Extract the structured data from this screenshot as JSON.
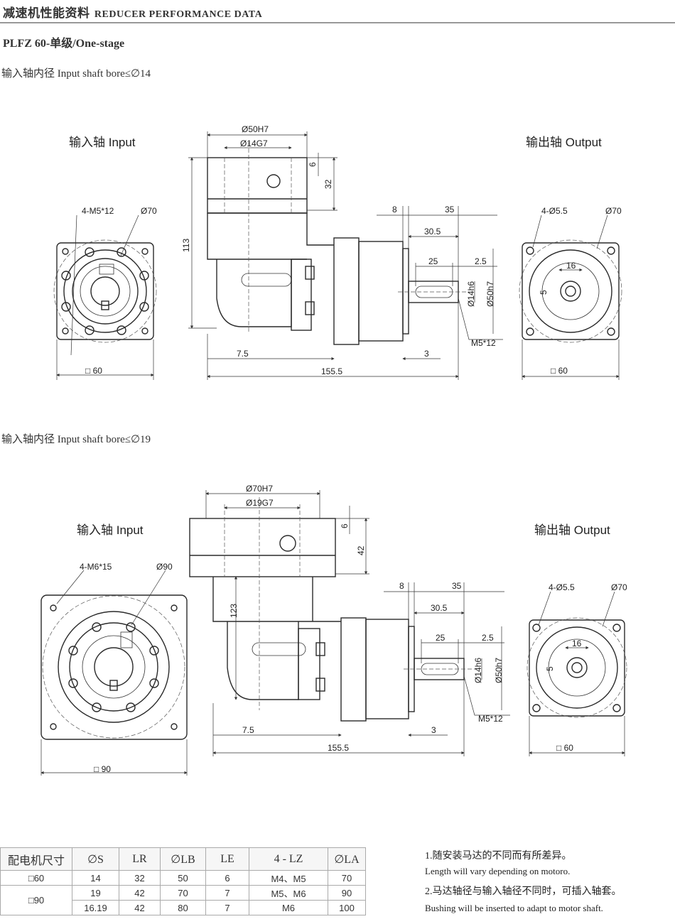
{
  "header": {
    "title_cn": "减速机性能资料",
    "title_en": "REDUCER PERFORMANCE DATA"
  },
  "model": "PLFZ 60-单级/One-stage",
  "drawings": [
    {
      "bore_label": "输入轴内径 Input shaft bore≤∅14",
      "input_label": "输入轴  Input",
      "output_label": "输出轴  Output",
      "dims": {
        "input_thread": "4-M5*12",
        "input_pcd": "Ø70",
        "input_square": "□ 60",
        "bore_h7": "Ø50H7",
        "bore_g7": "Ø14G7",
        "d6": "6",
        "d32": "32",
        "height": "113",
        "d8": "8",
        "d35": "35",
        "d30_5": "30.5",
        "d25": "25",
        "d2_5": "2.5",
        "shaft": "Ø14h6",
        "pilot": "Ø50h7",
        "tap": "M5*12",
        "d7_5": "7.5",
        "d3": "3",
        "length": "155.5",
        "out_holes": "4-Ø5.5",
        "out_pcd": "Ø70",
        "key": "16",
        "key_h": "5",
        "out_square": "□ 60"
      }
    },
    {
      "bore_label": "输入轴内径 Input shaft bore≤∅19",
      "input_label": "输入轴  Input",
      "output_label": "输出轴  Output",
      "dims": {
        "input_thread": "4-M6*15",
        "input_pcd": "Ø90",
        "input_square": "□ 90",
        "bore_h7": "Ø70H7",
        "bore_g7": "Ø19G7",
        "d6": "6",
        "d32": "42",
        "height": "123",
        "d8": "8",
        "d35": "35",
        "d30_5": "30.5",
        "d25": "25",
        "d2_5": "2.5",
        "shaft": "Ø14h6",
        "pilot": "Ø50h7",
        "tap": "M5*12",
        "d7_5": "7.5",
        "d3": "3",
        "length": "155.5",
        "out_holes": "4-Ø5.5",
        "out_pcd": "Ø70",
        "key": "16",
        "key_h": "5",
        "out_square": "□ 60"
      }
    }
  ],
  "table": {
    "headers": [
      "配电机尺寸",
      "∅S",
      "LR",
      "∅LB",
      "LE",
      "4 - LZ",
      "∅LA"
    ],
    "rows": [
      [
        "□60",
        "14",
        "32",
        "50",
        "6",
        "M4、M5",
        "70"
      ],
      [
        "□90",
        "19",
        "42",
        "70",
        "7",
        "M5、M6",
        "90"
      ],
      [
        "",
        "16.19",
        "42",
        "80",
        "7",
        "M6",
        "100"
      ]
    ]
  },
  "notes": [
    {
      "cn": "1.随安装马达的不同而有所差异。",
      "en": "Length will vary depending on motoro."
    },
    {
      "cn": "2.马达轴径与输入轴径不同时，可插入轴套。",
      "en": "Bushing will be inserted to adapt to motor shaft."
    }
  ]
}
